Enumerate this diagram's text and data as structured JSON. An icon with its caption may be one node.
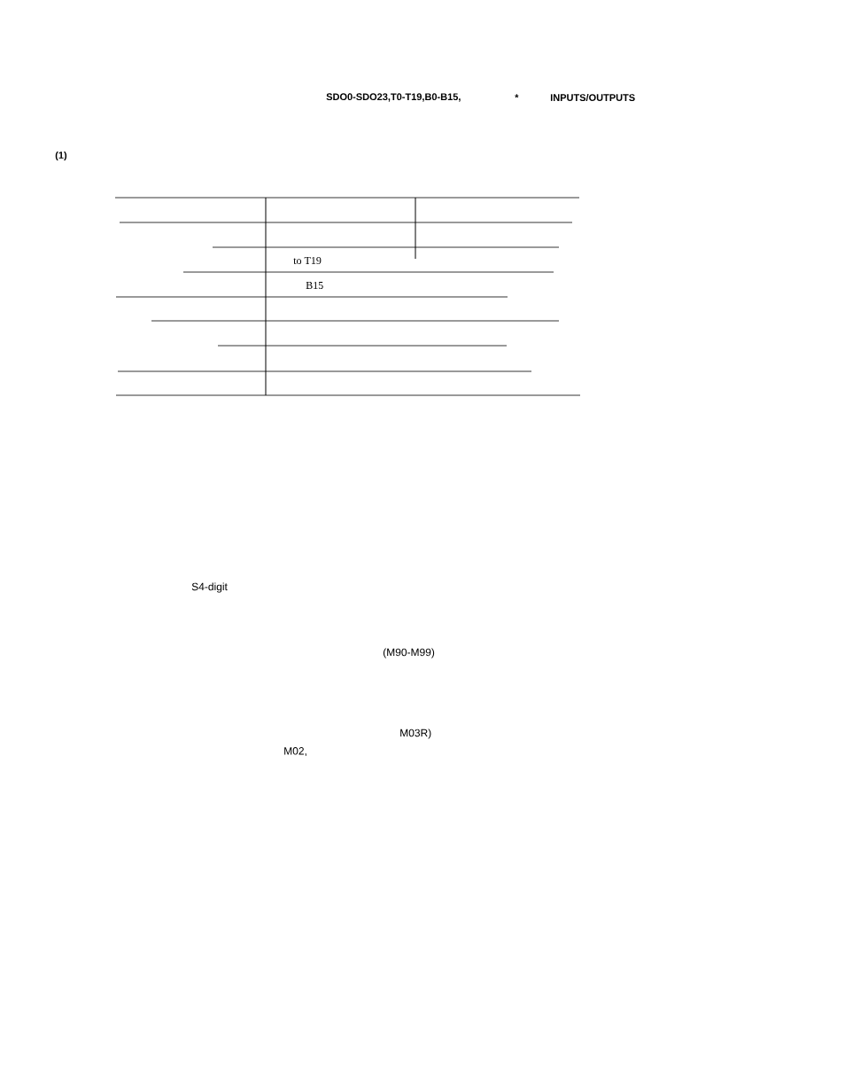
{
  "diagram": {
    "labels": [
      "SDO0-SDO23,T0-T19,B0-B15,",
      "*",
      "INPUTS/OUTPUTS",
      "(1)",
      "to T19",
      "B15",
      "S4-digit",
      "(M90-M99)",
      "M03R)",
      "M02,"
    ]
  }
}
